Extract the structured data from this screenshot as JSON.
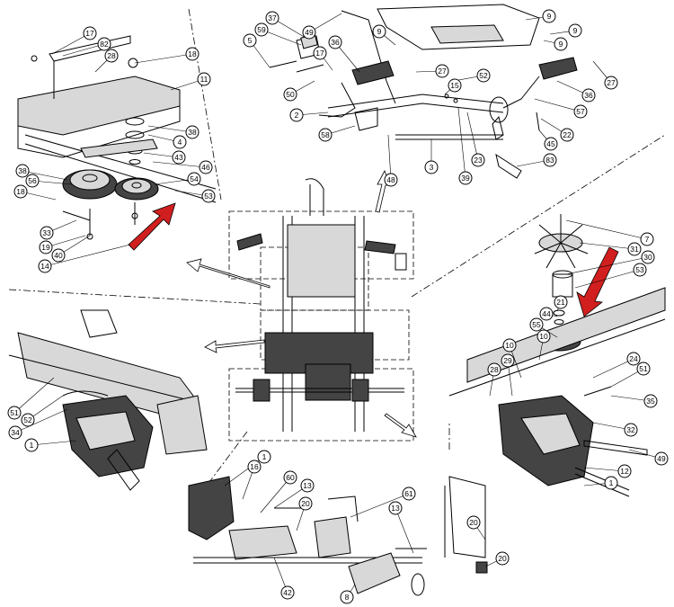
{
  "callouts": [
    {
      "id": "c1",
      "label": "17"
    },
    {
      "id": "c2",
      "label": "82"
    },
    {
      "id": "c3",
      "label": "28"
    },
    {
      "id": "c4",
      "label": "18"
    },
    {
      "id": "c5",
      "label": "11"
    },
    {
      "id": "c6",
      "label": "38"
    },
    {
      "id": "c7",
      "label": "4"
    },
    {
      "id": "c8",
      "label": "43"
    },
    {
      "id": "c9",
      "label": "46"
    },
    {
      "id": "c10",
      "label": "54"
    },
    {
      "id": "c11",
      "label": "53"
    },
    {
      "id": "c12",
      "label": "38"
    },
    {
      "id": "c13",
      "label": "56"
    },
    {
      "id": "c14",
      "label": "18"
    },
    {
      "id": "c15",
      "label": "33"
    },
    {
      "id": "c16",
      "label": "19"
    },
    {
      "id": "c17",
      "label": "40"
    },
    {
      "id": "c18",
      "label": "14"
    },
    {
      "id": "c19",
      "label": "37"
    },
    {
      "id": "c20",
      "label": "59"
    },
    {
      "id": "c21",
      "label": "5"
    },
    {
      "id": "c22",
      "label": "49"
    },
    {
      "id": "c23",
      "label": "36"
    },
    {
      "id": "c24",
      "label": "17"
    },
    {
      "id": "c25",
      "label": "9"
    },
    {
      "id": "c26",
      "label": "50"
    },
    {
      "id": "c27",
      "label": "2"
    },
    {
      "id": "c28",
      "label": "27"
    },
    {
      "id": "c29",
      "label": "52"
    },
    {
      "id": "c30",
      "label": "15"
    },
    {
      "id": "c31",
      "label": "58"
    },
    {
      "id": "c32",
      "label": "48"
    },
    {
      "id": "c33",
      "label": "3"
    },
    {
      "id": "c34",
      "label": "39"
    },
    {
      "id": "c35",
      "label": "23"
    },
    {
      "id": "c36",
      "label": "9"
    },
    {
      "id": "c37",
      "label": "9"
    },
    {
      "id": "c38",
      "label": "9"
    },
    {
      "id": "c39",
      "label": "36"
    },
    {
      "id": "c40",
      "label": "27"
    },
    {
      "id": "c41",
      "label": "57"
    },
    {
      "id": "c42",
      "label": "22"
    },
    {
      "id": "c43",
      "label": "45"
    },
    {
      "id": "c44",
      "label": "83"
    },
    {
      "id": "c45",
      "label": "7"
    },
    {
      "id": "c46",
      "label": "31"
    },
    {
      "id": "c47",
      "label": "30"
    },
    {
      "id": "c48",
      "label": "53"
    },
    {
      "id": "c49",
      "label": "21"
    },
    {
      "id": "c50",
      "label": "44"
    },
    {
      "id": "c51",
      "label": "55"
    },
    {
      "id": "c52",
      "label": "10"
    },
    {
      "id": "c53",
      "label": "10"
    },
    {
      "id": "c54",
      "label": "29"
    },
    {
      "id": "c55",
      "label": "28"
    },
    {
      "id": "c56",
      "label": "24"
    },
    {
      "id": "c57",
      "label": "51"
    },
    {
      "id": "c58",
      "label": "35"
    },
    {
      "id": "c59",
      "label": "32"
    },
    {
      "id": "c60",
      "label": "49"
    },
    {
      "id": "c61",
      "label": "12"
    },
    {
      "id": "c62",
      "label": "1"
    },
    {
      "id": "c63",
      "label": "51"
    },
    {
      "id": "c64",
      "label": "52"
    },
    {
      "id": "c65",
      "label": "34"
    },
    {
      "id": "c66",
      "label": "1"
    },
    {
      "id": "c67",
      "label": "1"
    },
    {
      "id": "c68",
      "label": "16"
    },
    {
      "id": "c69",
      "label": "60"
    },
    {
      "id": "c70",
      "label": "13"
    },
    {
      "id": "c71",
      "label": "20"
    },
    {
      "id": "c72",
      "label": "61"
    },
    {
      "id": "c73",
      "label": "13"
    },
    {
      "id": "c74",
      "label": "20"
    },
    {
      "id": "c75",
      "label": "20"
    },
    {
      "id": "c76",
      "label": "42"
    },
    {
      "id": "c77",
      "label": "8"
    }
  ],
  "colors": {
    "accent_arrow": "#d11f1f",
    "line": "#000000",
    "background": "#ffffff"
  }
}
